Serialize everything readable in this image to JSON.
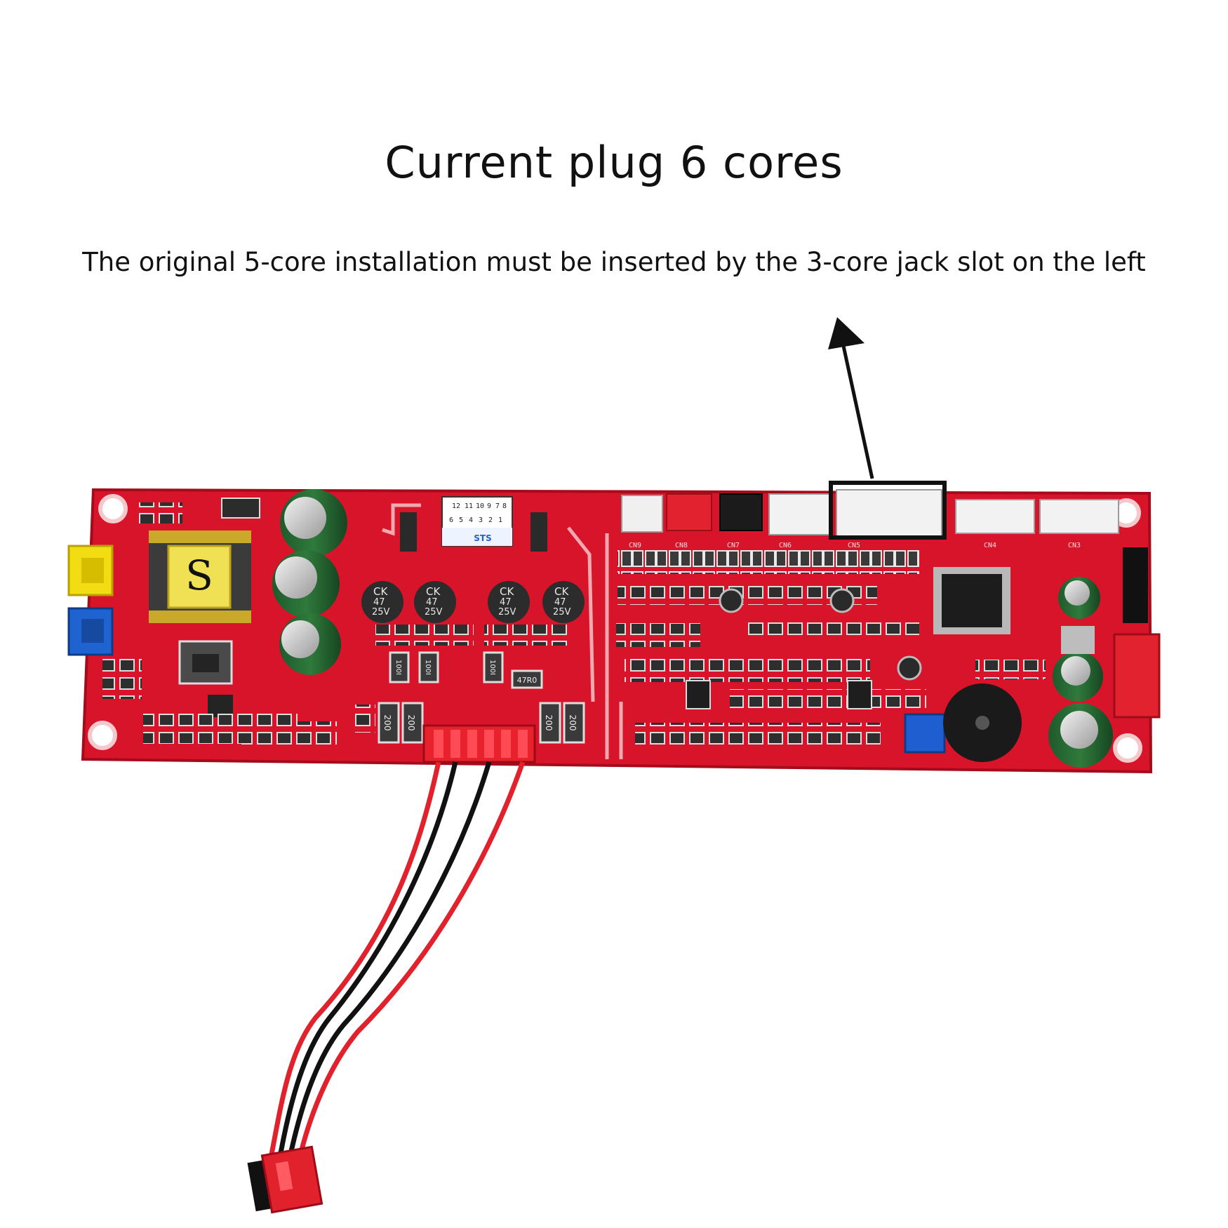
{
  "heading": {
    "title": "Current plug 6 cores",
    "subtitle": "The original 5-core installation must be inserted by the 3-core jack slot on the left"
  },
  "board": {
    "transformer_mark": "S",
    "capacitor_marks": [
      {
        "brand": "CK",
        "value": "47",
        "voltage": "25V"
      },
      {
        "brand": "CK",
        "value": "47",
        "voltage": "25V"
      },
      {
        "brand": "CK",
        "value": "47",
        "voltage": "25V"
      },
      {
        "brand": "CK",
        "value": "47",
        "voltage": "25V"
      }
    ],
    "resistor_marks": [
      "200",
      "200",
      "200",
      "200",
      "100I",
      "100I",
      "100I",
      "47R0"
    ],
    "label_grid": [
      "7",
      "8",
      "9",
      "10",
      "11",
      "12",
      "1",
      "2",
      "3",
      "4",
      "5",
      "6"
    ],
    "label_sts": "STS",
    "connector_labels": [
      "CN9",
      "CN8",
      "CN7",
      "CN6",
      "CN5",
      "CN4",
      "CN3"
    ]
  },
  "colors": {
    "pcb": "#d8142a",
    "pcb_dark": "#b20d20",
    "highlight_box": "#111111",
    "arrow": "#111111"
  }
}
